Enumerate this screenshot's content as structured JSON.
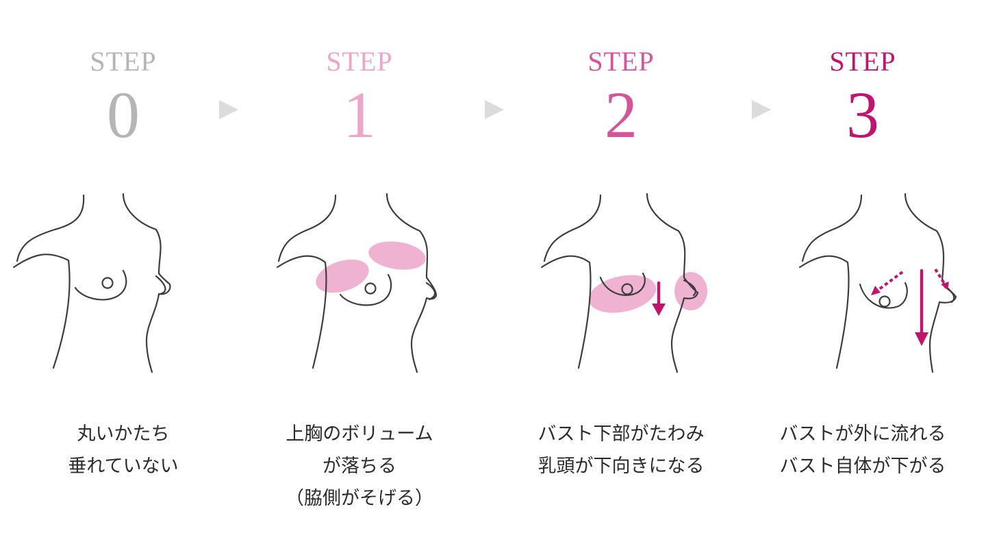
{
  "steps": [
    {
      "label": "STEP",
      "number": "0",
      "color": "#b5b5b5",
      "caption": [
        "丸いかたち",
        "垂れていない"
      ]
    },
    {
      "label": "STEP",
      "number": "1",
      "color": "#eba6c8",
      "caption": [
        "上胸のボリューム",
        "が落ちる",
        "（脇側がそげる）"
      ]
    },
    {
      "label": "STEP",
      "number": "2",
      "color": "#d4559a",
      "caption": [
        "バスト下部がたわみ",
        "乳頭が下向きになる"
      ]
    },
    {
      "label": "STEP",
      "number": "3",
      "color": "#c0156e",
      "caption": [
        "バストが外に流れる",
        "バスト自体が下がる"
      ]
    }
  ],
  "colors": {
    "highlight": "#efb3d1",
    "arrow": "#c0156e",
    "separator": "#dcdcdc",
    "outline": "#3d3d3d"
  },
  "icons": {
    "separator": "right-triangle-arrow"
  }
}
